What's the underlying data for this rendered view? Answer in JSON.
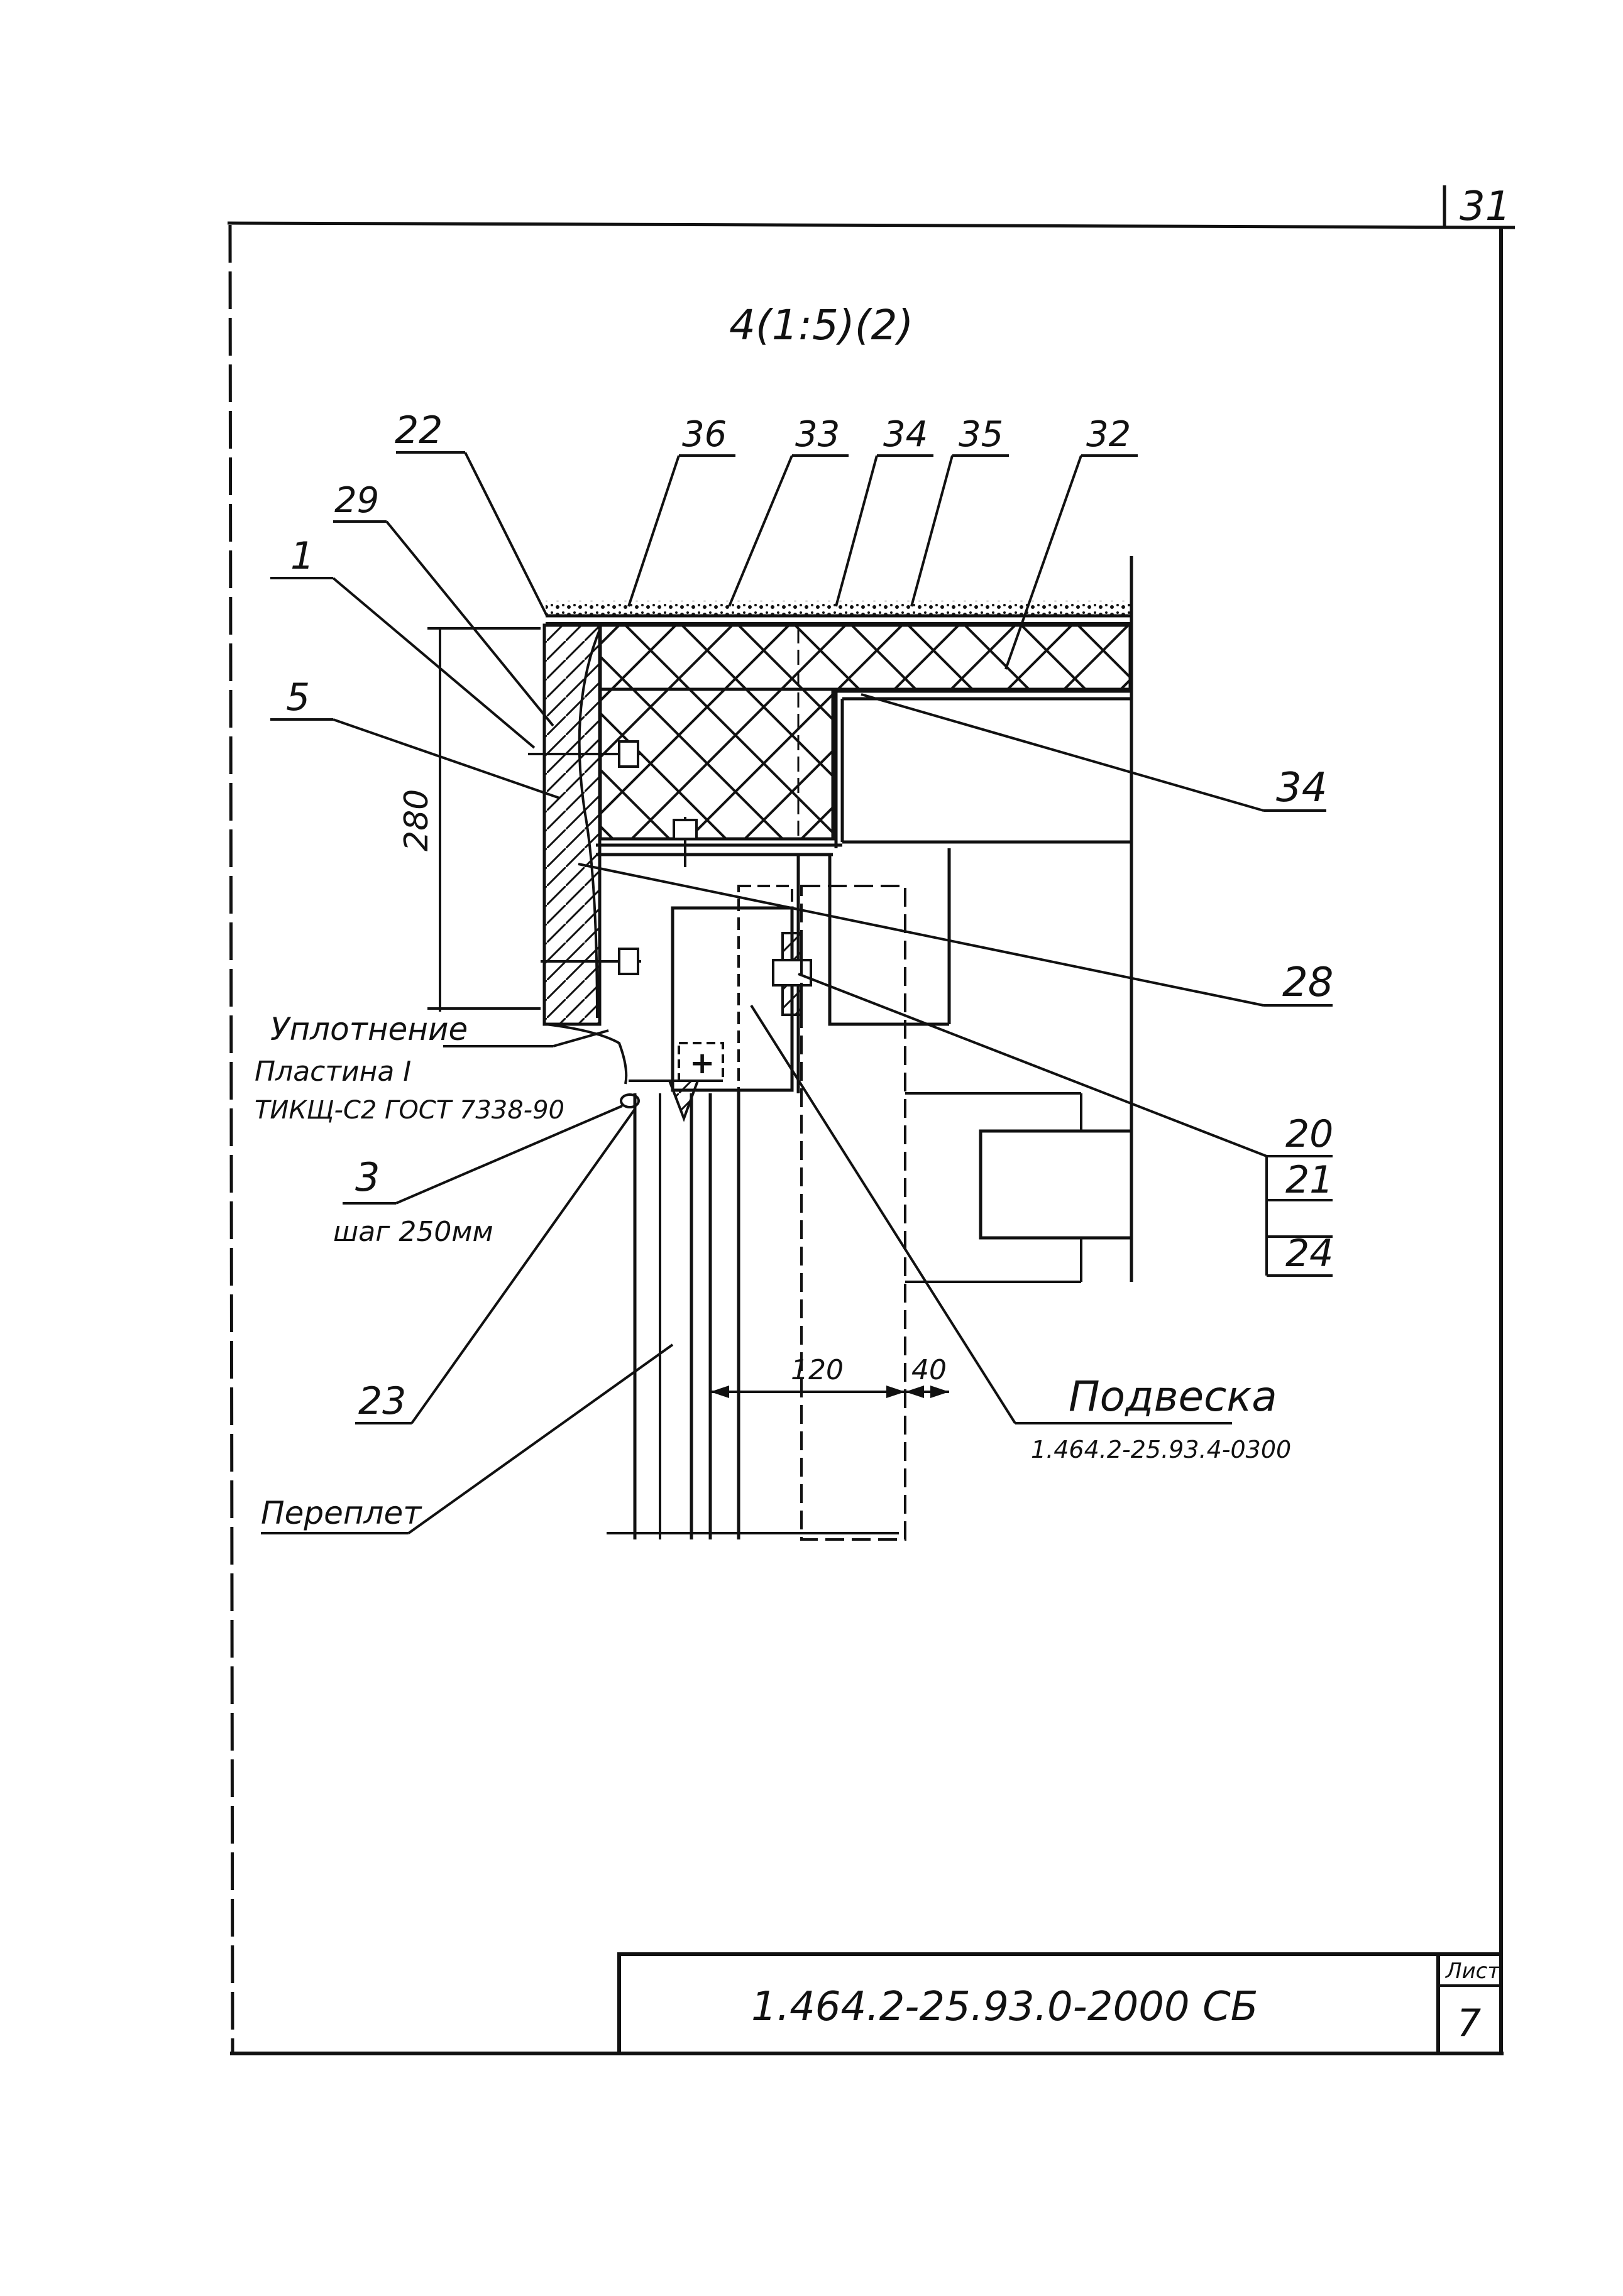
{
  "page_number": "31",
  "view_title": "4(1:5)(2)",
  "callouts": {
    "c22": "22",
    "c36": "36",
    "c33": "33",
    "c34_top": "34",
    "c35": "35",
    "c32": "32",
    "c29": "29",
    "c1": "1",
    "c5": "5",
    "c34_right": "34",
    "c28": "28",
    "c20": "20",
    "c21": "21",
    "c24": "24",
    "c3": "3",
    "c23": "23"
  },
  "dimensions": {
    "height": "280",
    "width_a": "120",
    "width_b": "40"
  },
  "notes": {
    "seal": "Уплотнение",
    "plate": "Пластина I",
    "plate_spec": "ТИКЩ-С2 ГОСТ 7338-90",
    "step": "шаг 250мм",
    "suspension": "Подвеска",
    "suspension_code": "1.464.2-25.93.4-0300",
    "frame": "Переплет"
  },
  "title_block": {
    "designation": "1.464.2-25.93.0-2000 СБ",
    "sheet_label": "Лист",
    "sheet_number": "7"
  }
}
